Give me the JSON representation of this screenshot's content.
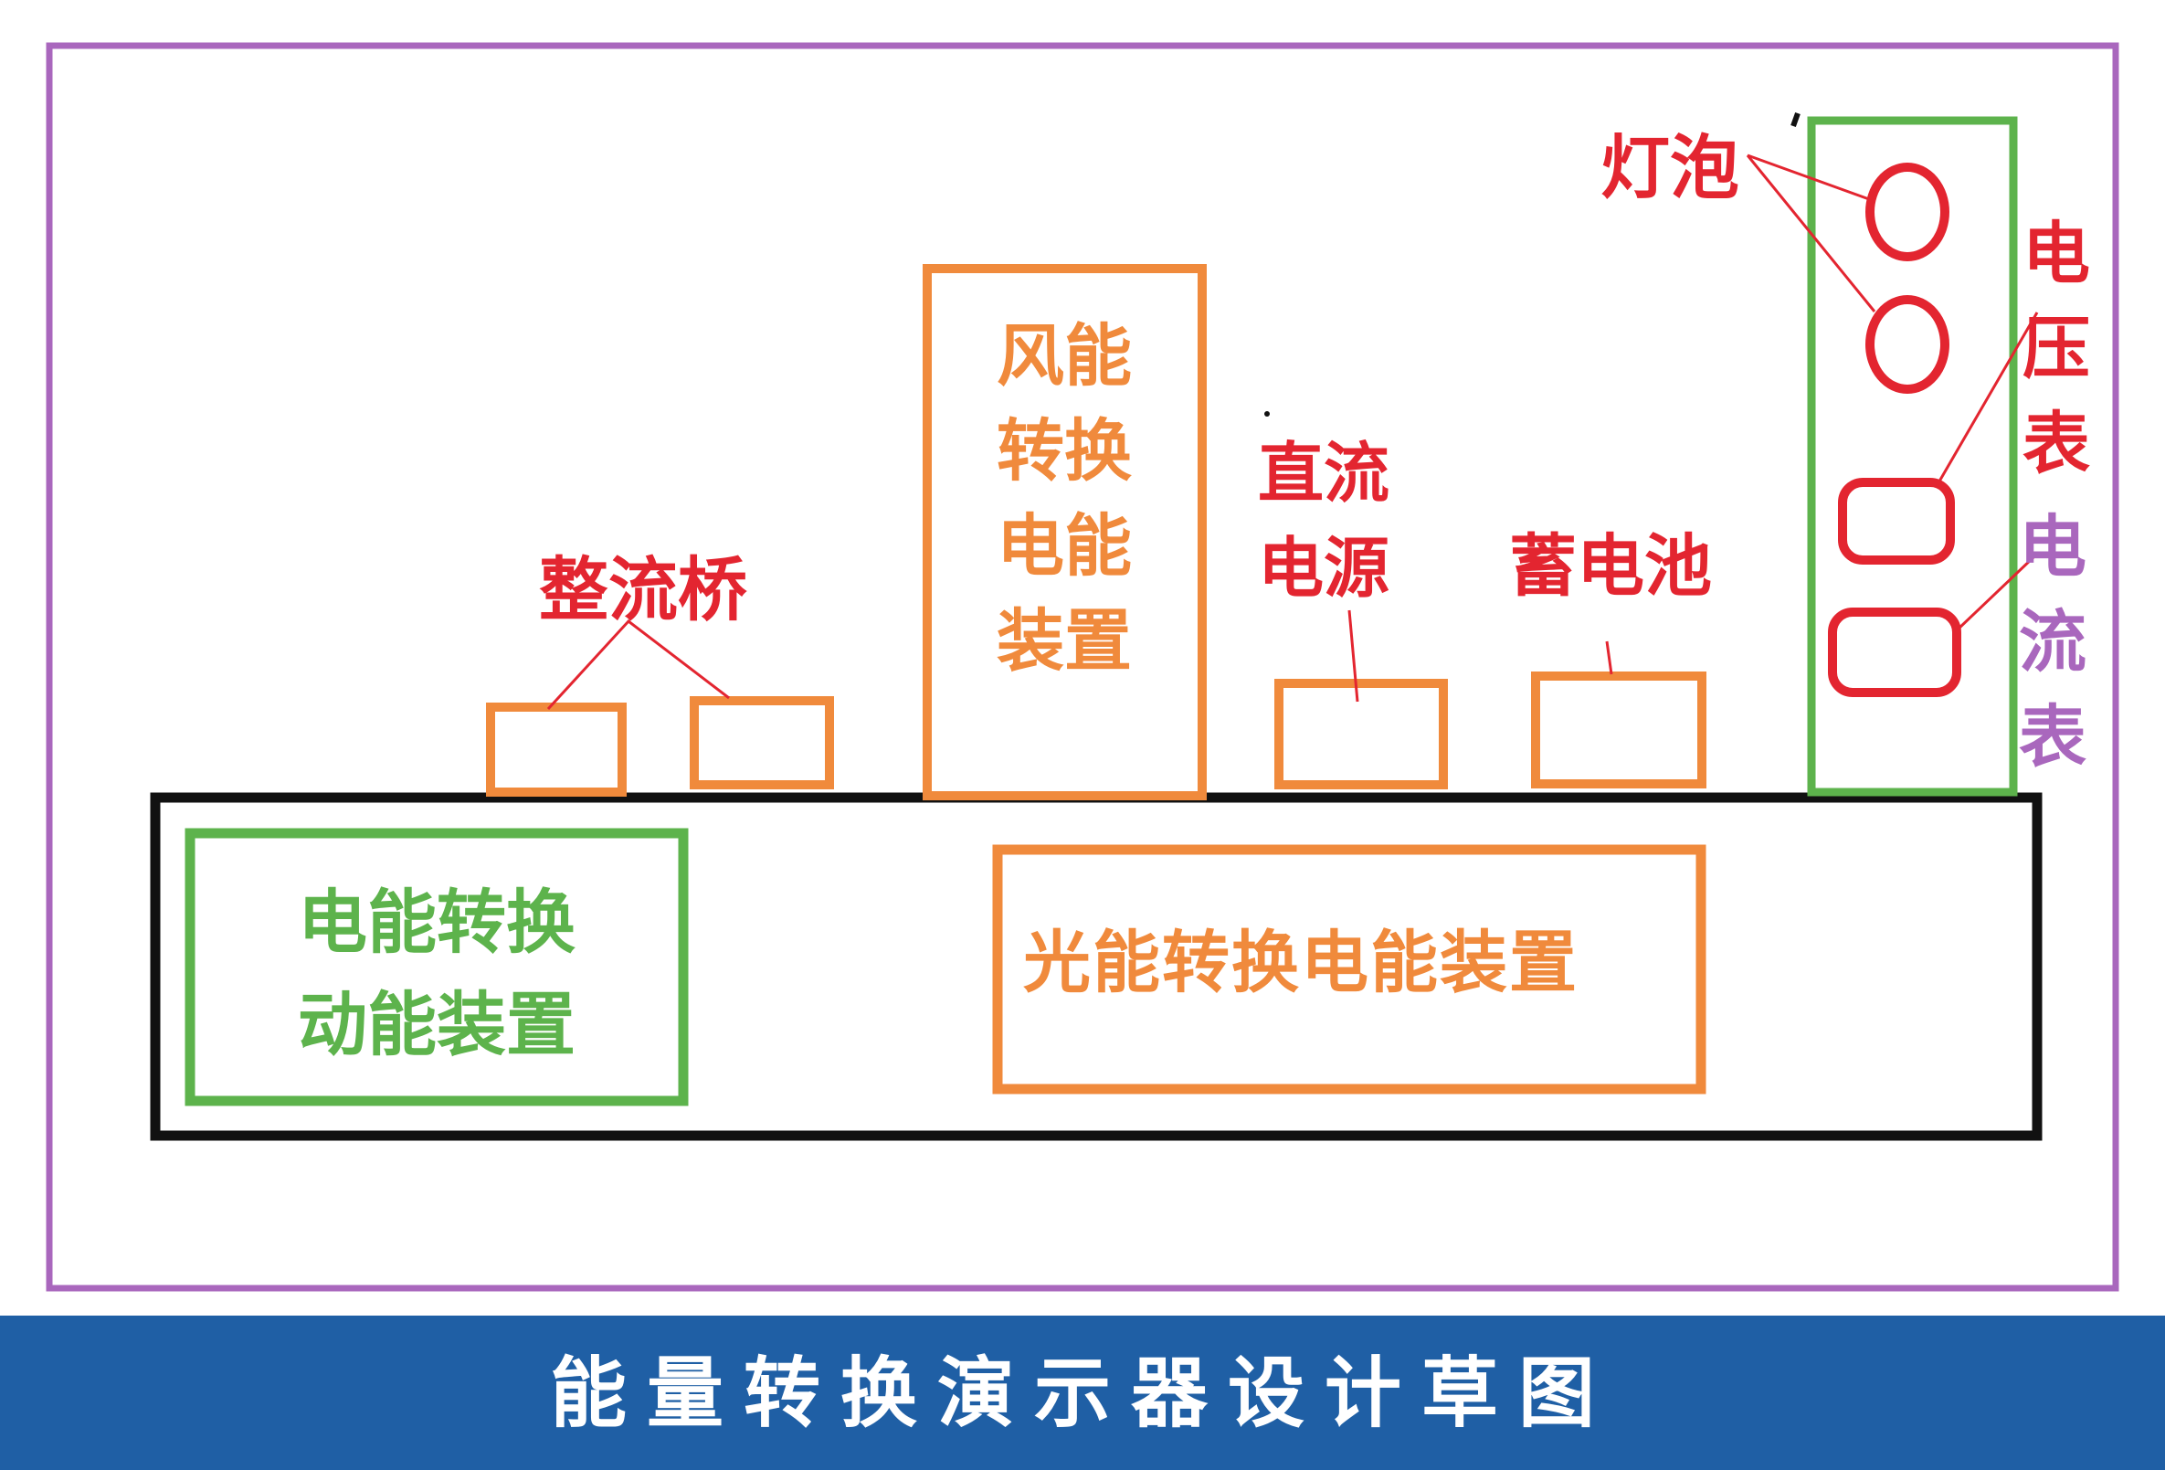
{
  "colors": {
    "frame": "#a967bd",
    "base": "#111111",
    "orange": "#f08a3c",
    "green": "#5db34c",
    "red": "#e32530",
    "footer_bg": "#1f5fa5",
    "footer_text": "#ffffff"
  },
  "labels": {
    "rectifier_bridge": "整流桥",
    "wind_device": [
      "风能",
      "转换",
      "电能",
      "装置"
    ],
    "dc_power": [
      "直流",
      "电源"
    ],
    "battery": "蓄电池",
    "bulb": "灯泡",
    "voltmeter": [
      "电",
      "压",
      "表"
    ],
    "ammeter": [
      "电",
      "流",
      "表"
    ],
    "electric_to_kinetic": [
      "电能转换",
      "动能装置"
    ],
    "solar_device": "光能转换电能装置"
  },
  "footer": {
    "title": "能量转换演示器设计草图"
  }
}
